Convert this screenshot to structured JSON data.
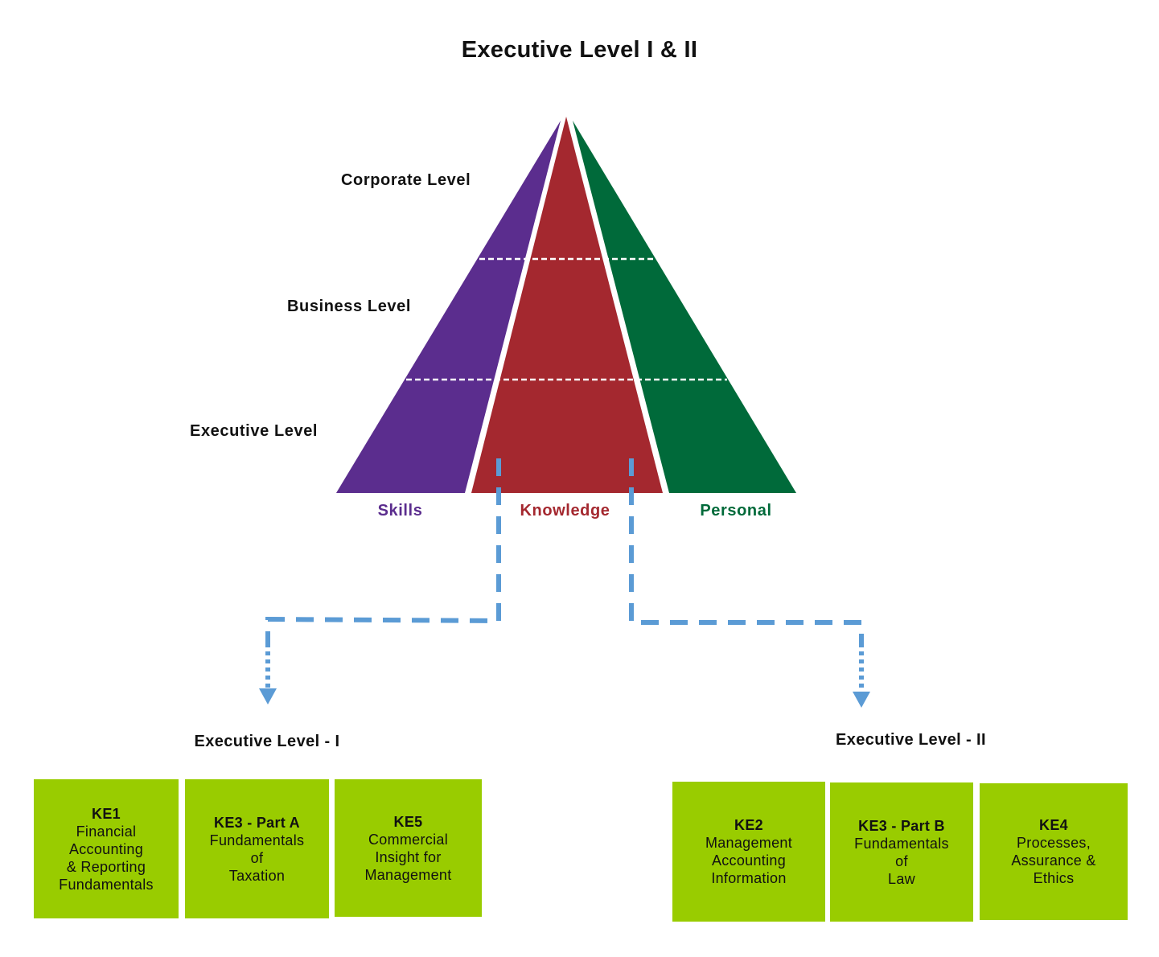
{
  "title": "Executive Level I & II",
  "levels": {
    "corporate": "Corporate Level",
    "business": "Business Level",
    "executive": "Executive Level"
  },
  "pillars": {
    "skills": {
      "label": "Skills",
      "color": "#5b2d8e"
    },
    "knowledge": {
      "label": "Knowledge",
      "color": "#a4282f"
    },
    "personal": {
      "label": "Personal",
      "color": "#006a3a"
    }
  },
  "connector_color": "#5b9bd5",
  "module_color": "#99cc00",
  "groups": [
    {
      "label": "Executive Level - I",
      "modules": [
        {
          "code": "KE1",
          "name": "Financial\nAccounting\n& Reporting\nFundamentals"
        },
        {
          "code": "KE3 - Part A",
          "name": "Fundamentals\nof\nTaxation"
        },
        {
          "code": "KE5",
          "name": "Commercial\nInsight for\nManagement"
        }
      ]
    },
    {
      "label": "Executive Level - II",
      "modules": [
        {
          "code": "KE2",
          "name": "Management\nAccounting\nInformation"
        },
        {
          "code": "KE3 - Part B",
          "name": "Fundamentals\nof\nLaw"
        },
        {
          "code": "KE4",
          "name": "Processes,\nAssurance &\nEthics"
        }
      ]
    }
  ]
}
